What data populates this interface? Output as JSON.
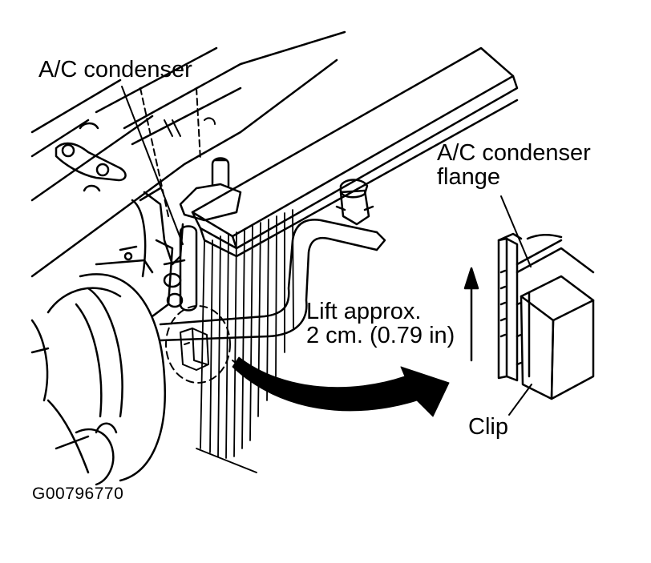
{
  "labels": {
    "condenser": "A/C condenser",
    "flange_line1": "A/C condenser",
    "flange_line2": "flange",
    "lift_line1": "Lift approx.",
    "lift_line2": "2 cm. (0.79 in)",
    "clip": "Clip",
    "figure_id": "G00796770"
  },
  "colors": {
    "ink": "#000000",
    "paper": "#ffffff"
  }
}
